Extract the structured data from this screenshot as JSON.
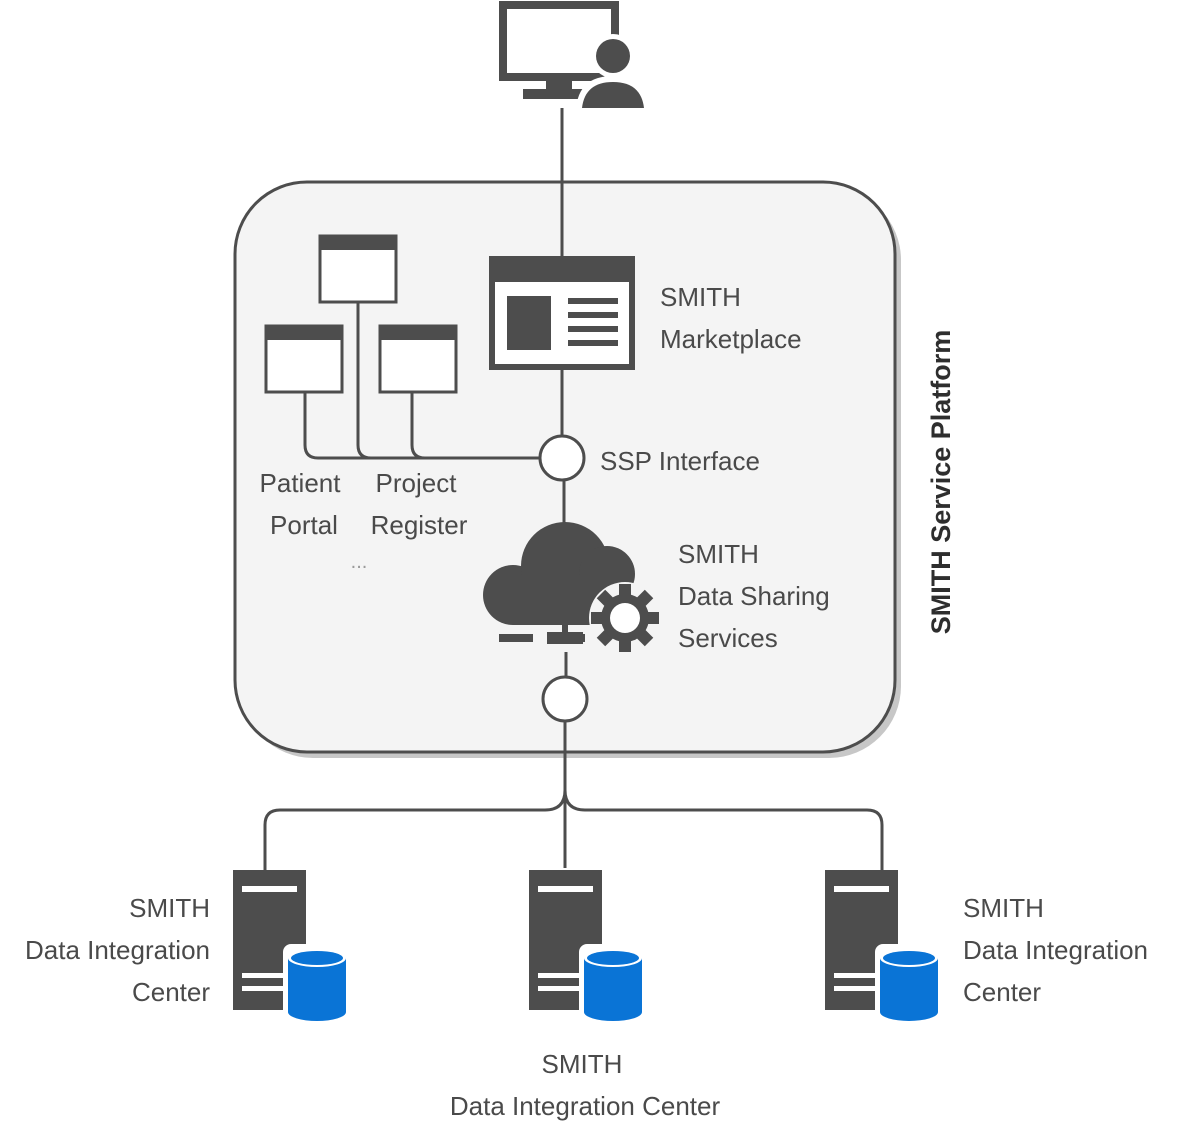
{
  "platform": {
    "title": "SMITH Service Platform"
  },
  "marketplace": {
    "line1": "SMITH",
    "line2": "Marketplace"
  },
  "interface": {
    "label": "SSP Interface"
  },
  "apps": {
    "patient_line1": "Patient",
    "patient_line2": "Portal",
    "project_line1": "Project",
    "project_line2": "Register",
    "ellipsis": "..."
  },
  "dss": {
    "line1": "SMITH",
    "line2": "Data Sharing",
    "line3": "Services"
  },
  "dic_left": {
    "line1": "SMITH",
    "line2": "Data Integration",
    "line3": "Center"
  },
  "dic_center": {
    "line1": "SMITH",
    "line2": "Data Integration Center"
  },
  "dic_right": {
    "line1": "SMITH",
    "line2": "Data Integration",
    "line3": "Center"
  },
  "colors": {
    "icon_gray": "#4d4d4d",
    "database_blue": "#0a74d6",
    "platform_fill": "#f4f4f4"
  }
}
